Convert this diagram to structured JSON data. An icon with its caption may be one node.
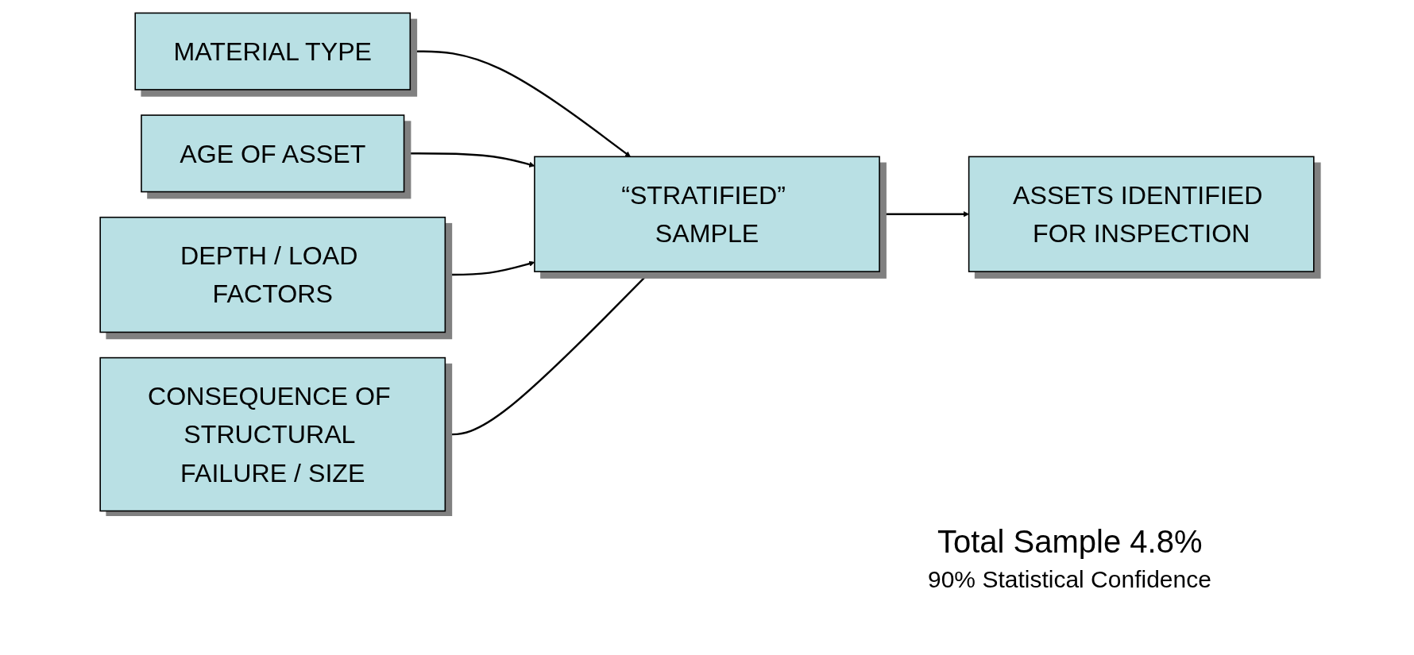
{
  "diagram": {
    "nodes": [
      {
        "text": [
          "MATERIAL TYPE"
        ]
      },
      {
        "text": [
          "AGE OF ASSET"
        ]
      },
      {
        "text": [
          "DEPTH / LOAD FACTORS"
        ]
      },
      {
        "text": [
          "CONSEQUENCE OF STRUCTURAL FAILURE / SIZE"
        ]
      },
      {
        "text": [
          "“STRATIFIED” SAMPLE"
        ]
      },
      {
        "text": [
          "ASSETS IDENTIFIED FOR INSPECTION"
        ]
      }
    ],
    "edges": [
      {
        "from": 0,
        "to": 4,
        "arrow": "to"
      },
      {
        "from": 1,
        "to": 4,
        "arrow": "to"
      },
      {
        "from": 2,
        "to": 4,
        "arrow": "to"
      },
      {
        "from": 3,
        "to": 4,
        "arrow": "to"
      },
      {
        "from": 4,
        "to": 5,
        "arrow": "to"
      }
    ],
    "labels": [
      "Total Sample 4.8%",
      "90% Statistical Confidence"
    ]
  }
}
